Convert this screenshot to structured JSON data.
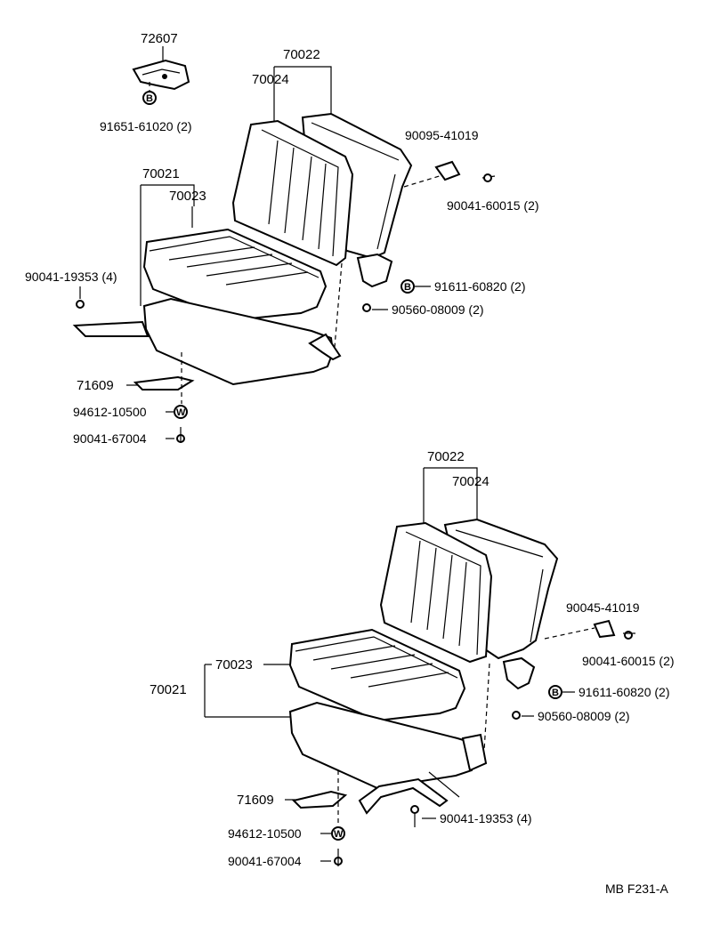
{
  "parts": {
    "p72607": "72607",
    "p91651": "91651-61020 (2)",
    "top": {
      "p70022": "70022",
      "p70024": "70024",
      "p70021": "70021",
      "p70023": "70023",
      "p90095": "90095-41019",
      "p90041_60015": "90041-60015 (2)",
      "p90041_19353": "90041-19353 (4)",
      "p91611": "91611-60820 (2)",
      "p90560": "90560-08009 (2)",
      "p71609": "71609",
      "p94612": "94612-10500",
      "p90041_67004": "90041-67004"
    },
    "bottom": {
      "p70022": "70022",
      "p70024": "70024",
      "p70023": "70023",
      "p70021": "70021",
      "p90045": "90045-41019",
      "p90041_60015": "90041-60015 (2)",
      "p91611": "91611-60820 (2)",
      "p90560": "90560-08009 (2)",
      "p71609": "71609",
      "p90041_19353": "90041-19353 (4)",
      "p94612": "94612-10500",
      "p90041_67004": "90041-67004"
    }
  },
  "markers": {
    "b": "B",
    "w": "W"
  },
  "footer": {
    "code": "MB F231-A"
  }
}
